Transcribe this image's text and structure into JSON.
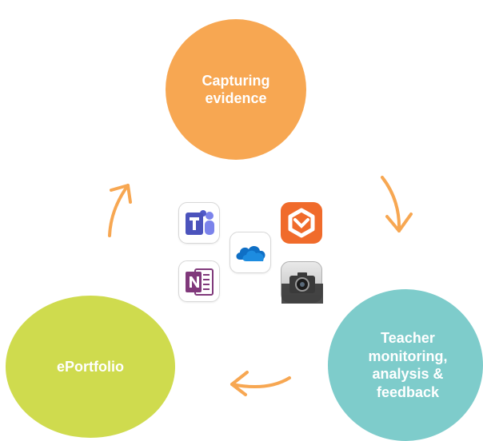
{
  "cycle": {
    "nodes": [
      {
        "label": "Capturing evidence",
        "color": "#f7a752"
      },
      {
        "label": "ePortfolio",
        "color": "#cfdb4e"
      },
      {
        "label": "Teacher monitoring, analysis & feedback",
        "color": "#7ecccb"
      }
    ],
    "arrow_color": "#f7a752"
  },
  "apps": [
    {
      "icon": "microsoft-teams-icon"
    },
    {
      "icon": "onedrive-icon"
    },
    {
      "icon": "onenote-icon"
    },
    {
      "icon": "office-lens-icon"
    },
    {
      "icon": "camera-icon"
    }
  ]
}
